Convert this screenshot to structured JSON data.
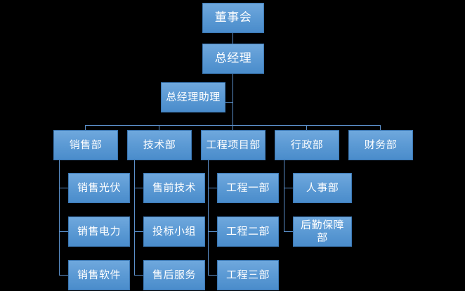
{
  "chart_data": {
    "type": "diagram",
    "diagram_type": "organization-chart",
    "title": "",
    "background_color": "#000000",
    "box_fill_top": "#6fa8dd",
    "box_fill_bottom": "#4a8ccb",
    "box_border_color": "#3c78b4",
    "connector_color": "#5b8fc9",
    "text_color": "#ffffff",
    "levels": 4,
    "node_count": 18
  },
  "nodes": {
    "board": {
      "label": "董事会",
      "level": 1
    },
    "general_manager": {
      "label": "总经理",
      "level": 2
    },
    "gm_assistant": {
      "label": "总经理助理",
      "level": 3
    },
    "departments": [
      {
        "label": "销售部"
      },
      {
        "label": "技术部"
      },
      {
        "label": "工程项目部"
      },
      {
        "label": "行政部"
      },
      {
        "label": "财务部"
      }
    ],
    "sales_children": [
      {
        "label": "销售光伏"
      },
      {
        "label": "销售电力"
      },
      {
        "label": "销售软件"
      }
    ],
    "tech_children": [
      {
        "label": "售前技术"
      },
      {
        "label": "投标小组"
      },
      {
        "label": "售后服务"
      }
    ],
    "project_children": [
      {
        "label": "工程一部"
      },
      {
        "label": "工程二部"
      },
      {
        "label": "工程三部"
      }
    ],
    "admin_children": [
      {
        "label": "人事部"
      },
      {
        "label": "后勤保障部"
      }
    ],
    "finance_children": []
  }
}
